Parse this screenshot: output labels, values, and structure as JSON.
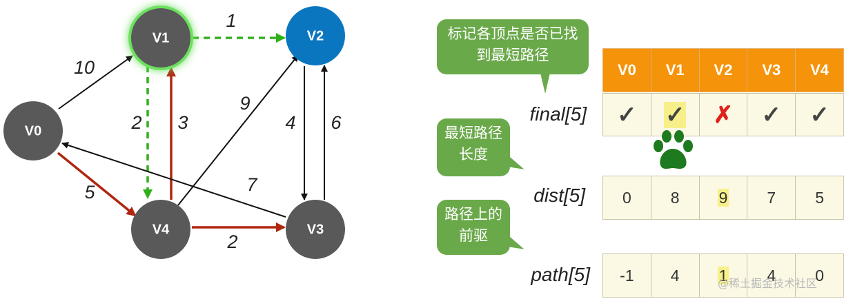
{
  "graph": {
    "nodes": [
      {
        "id": "V0",
        "label": "V0",
        "color": "#595959"
      },
      {
        "id": "V1",
        "label": "V1",
        "color": "#595959",
        "glow": "#6ee060"
      },
      {
        "id": "V2",
        "label": "V2",
        "color": "#0a76c0"
      },
      {
        "id": "V3",
        "label": "V3",
        "color": "#595959"
      },
      {
        "id": "V4",
        "label": "V4",
        "color": "#595959"
      }
    ],
    "edges": [
      {
        "from": "V0",
        "to": "V1",
        "weight": "10",
        "style": "black"
      },
      {
        "from": "V0",
        "to": "V4",
        "weight": "5",
        "style": "red"
      },
      {
        "from": "V1",
        "to": "V2",
        "weight": "1",
        "style": "green-dashed"
      },
      {
        "from": "V1",
        "to": "V4",
        "weight": "2",
        "style": "green-dashed"
      },
      {
        "from": "V4",
        "to": "V1",
        "weight": "3",
        "style": "red"
      },
      {
        "from": "V4",
        "to": "V2",
        "weight": "9",
        "style": "black"
      },
      {
        "from": "V2",
        "to": "V3",
        "weight": "4",
        "style": "black"
      },
      {
        "from": "V3",
        "to": "V2",
        "weight": "6",
        "style": "black"
      },
      {
        "from": "V3",
        "to": "V0",
        "weight": "7",
        "style": "black"
      },
      {
        "from": "V4",
        "to": "V3",
        "weight": "2",
        "style": "red"
      }
    ],
    "colors": {
      "black": "#111111",
      "red": "#b0260f",
      "green": "#2fb018"
    }
  },
  "callouts": {
    "final_note": "标记各顶点是否已找到最短路径",
    "dist_note": "最短路径长度",
    "path_note": "路径上的前驱"
  },
  "table": {
    "headers": [
      "V0",
      "V1",
      "V2",
      "V3",
      "V4"
    ],
    "final_label": "final[5]",
    "dist_label": "dist[5]",
    "path_label": "path[5]",
    "final": [
      "✓",
      "✓",
      "✗",
      "✓",
      "✓"
    ],
    "dist": [
      "0",
      "8",
      "9",
      "7",
      "5"
    ],
    "path": [
      "-1",
      "4",
      "1",
      "4",
      "0"
    ],
    "header_color": "#f5930a",
    "cell_color": "#fbf8e4"
  },
  "paw_icon": "paw-icon",
  "watermark": "@稀土掘金技术社区"
}
